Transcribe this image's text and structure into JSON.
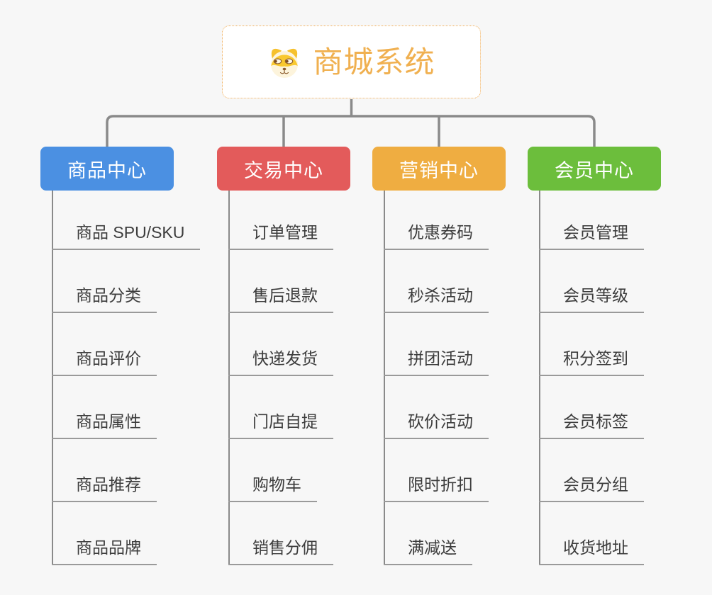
{
  "root": {
    "title": "商城系统",
    "icon": "dog-face-icon",
    "accent_color": "#f0b050",
    "border_color": "#f0ad57"
  },
  "branches": [
    {
      "label": "商品中心",
      "color": "#4b90e2",
      "children": [
        "商品 SPU/SKU",
        "商品分类",
        "商品评价",
        "商品属性",
        "商品推荐",
        "商品品牌"
      ]
    },
    {
      "label": "交易中心",
      "color": "#e35b5b",
      "children": [
        "订单管理",
        "售后退款",
        "快递发货",
        "门店自提",
        "购物车",
        "销售分佣"
      ]
    },
    {
      "label": "营销中心",
      "color": "#efad41",
      "children": [
        "优惠券码",
        "秒杀活动",
        "拼团活动",
        "砍价活动",
        "限时折扣",
        "满减送"
      ]
    },
    {
      "label": "会员中心",
      "color": "#6cbe3c",
      "children": [
        "会员管理",
        "会员等级",
        "积分签到",
        "会员标签",
        "会员分组",
        "收货地址"
      ]
    }
  ]
}
